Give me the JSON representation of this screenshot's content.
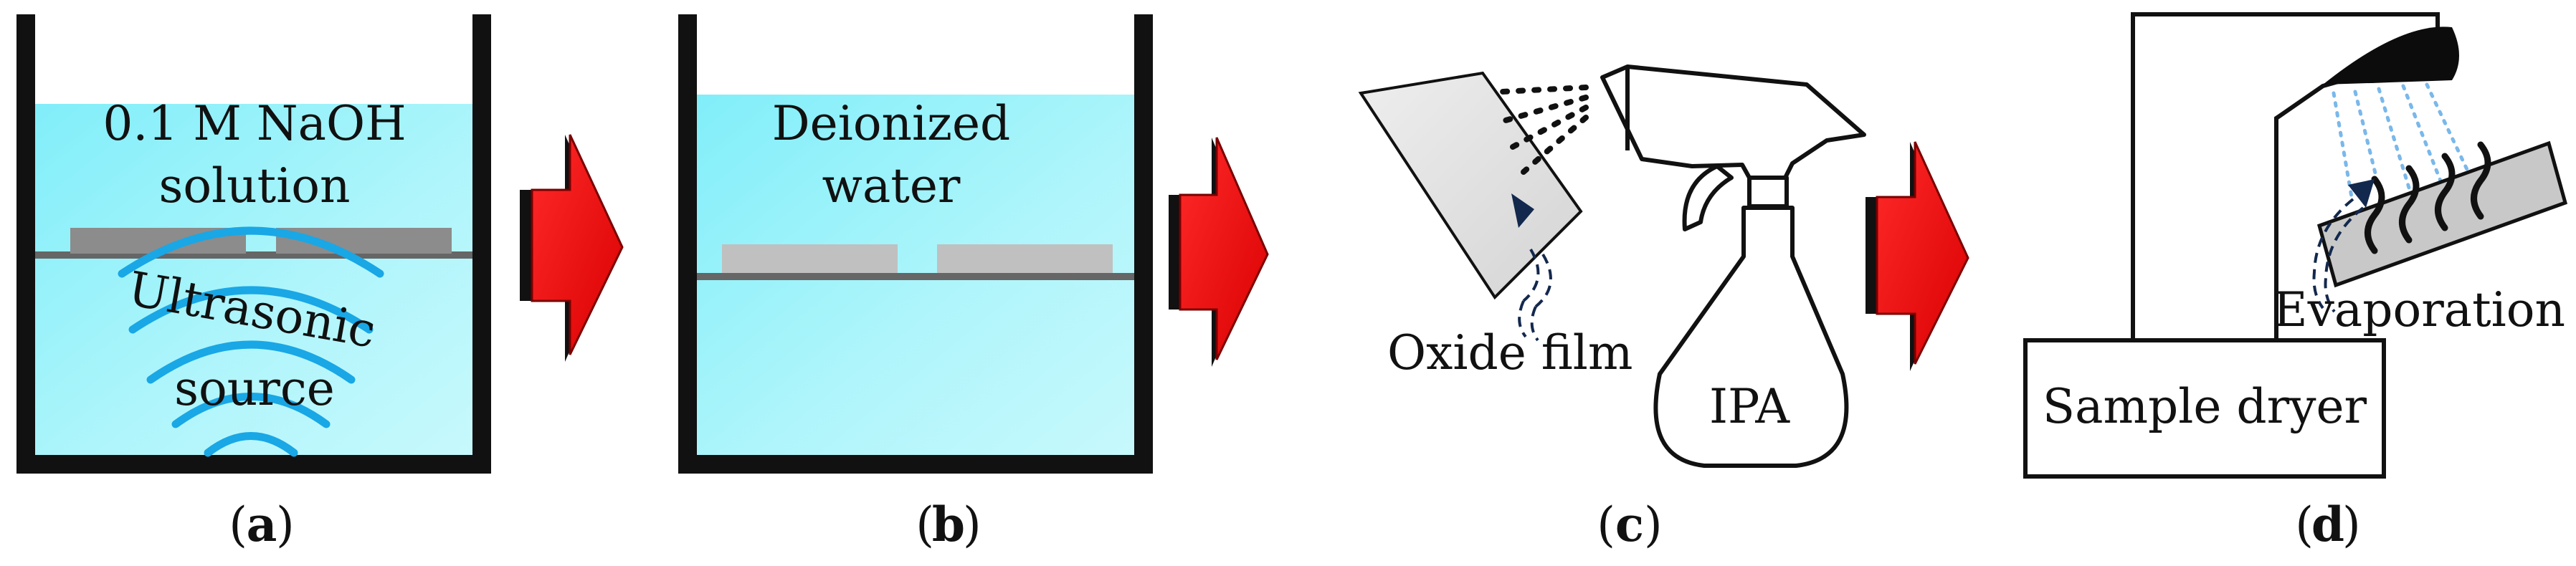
{
  "panels": {
    "a": {
      "caption_open": "(",
      "caption_letter": "a",
      "caption_close": ")",
      "solution_line1": "0.1 M NaOH",
      "solution_line2": "solution",
      "source_line1": "Ultrasonic",
      "source_line2": "source"
    },
    "b": {
      "caption_open": "(",
      "caption_letter": "b",
      "caption_close": ")",
      "liquid_line1": "Deionized",
      "liquid_line2": "water"
    },
    "c": {
      "caption_open": "(",
      "caption_letter": "c",
      "caption_close": ")",
      "film_label": "Oxide film",
      "bottle_label": "IPA"
    },
    "d": {
      "caption_open": "(",
      "caption_letter": "d",
      "caption_close": ")",
      "dryer_label": "Sample dryer",
      "process_label": "Evaporation"
    }
  },
  "colors": {
    "water": "#8ff1fa",
    "water_light": "#bdf8fb",
    "wave": "#19a7e6",
    "arrow": "#ff1010",
    "sample_dark": "#8c8c8c",
    "sample_light": "#c0c0c0",
    "film": "#e5e5e5",
    "dashed": "#13284d",
    "vapor": "#7ab8ea"
  },
  "icons": [
    "process-arrow-icon",
    "sound-wave-icon",
    "spray-bottle-icon",
    "airflow-icon",
    "vapor-curl-icon"
  ]
}
